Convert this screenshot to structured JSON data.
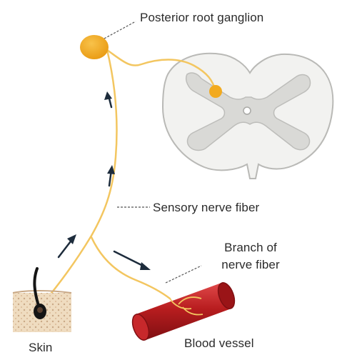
{
  "labels": {
    "ganglion": "Posterior root ganglion",
    "sensory_fiber": "Sensory nerve fiber",
    "branch_line1": "Branch of",
    "branch_line2": "nerve fiber",
    "blood_vessel": "Blood vessel",
    "skin": "Skin"
  },
  "colors": {
    "nerve": "#f3c660",
    "ganglion": "#f2aa1f",
    "spinal_white": "#f2f2f0",
    "spinal_gray": "#d9d9d6",
    "spinal_outline": "#b9b9b6",
    "vessel": "#b81d1f",
    "vessel_dark": "#7f0f12",
    "arrow": "#1d2c3c",
    "leader": "#555555",
    "skin": "#e8d3b4"
  },
  "icons": {
    "arrows": "arrow-up-icon",
    "hair": "hair-follicle-icon"
  }
}
